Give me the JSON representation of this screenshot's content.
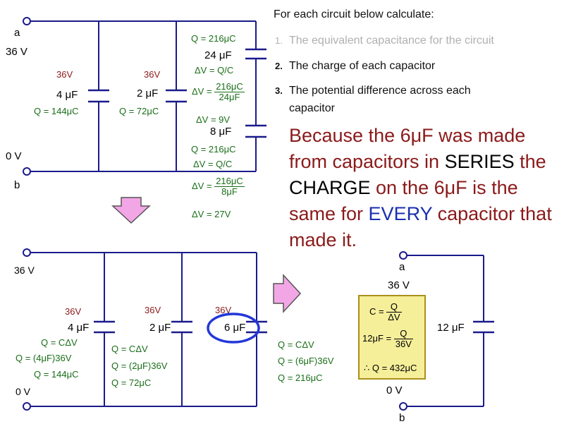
{
  "questions": {
    "intro": "For each circuit below calculate:",
    "items": [
      {
        "num": "1.",
        "text": "The equivalent capacitance for the circuit",
        "dim": true
      },
      {
        "num": "2.",
        "text": "The charge of each capacitor",
        "dim": false
      },
      {
        "num": "3.",
        "text": "The potential difference across each",
        "text2": "capacitor",
        "dim": false
      }
    ]
  },
  "explanation": {
    "part1": "Because the 6μF was made from capacitors in ",
    "series": "SERIES",
    "part2": " the ",
    "charge": "CHARGE",
    "part3": " on the 6μF is the same for ",
    "every": "EVERY",
    "part4": " capacitor that made it."
  },
  "top_circuit": {
    "node_a": "a",
    "voltage_a": "36 V",
    "node_b": "b",
    "voltage_b": "0 V",
    "c4": {
      "volts": "36V",
      "value": "4 μF",
      "charge": "Q = 144μC"
    },
    "c2": {
      "volts": "36V",
      "value": "2 μF",
      "charge": "Q = 72μC"
    },
    "c24": {
      "q": "Q = 216μC",
      "value": "24 μF",
      "dv": "ΔV = Q/C",
      "dv_label": "ΔV =",
      "num": "216μC",
      "den": "24μF",
      "result": "ΔV = 9V"
    },
    "c8": {
      "value": "8 μF",
      "q": "Q = 216μC",
      "dv": "ΔV = Q/C",
      "dv_label": "ΔV =",
      "num": "216μC",
      "den": "8μF",
      "result": "ΔV = 27V"
    }
  },
  "mid_circuit": {
    "voltage_top": "36 V",
    "voltage_bottom": "0 V",
    "c4": {
      "volts": "36V",
      "value": "4 μF",
      "f1": "Q = CΔV",
      "f2": "Q = (4μF)36V",
      "f3": "Q = 144μC"
    },
    "c2": {
      "volts": "36V",
      "value": "2 μF",
      "f1": "Q = CΔV",
      "f2": "Q = (2μF)36V",
      "f3": "Q = 72μC"
    },
    "c6": {
      "volts": "36V",
      "value": "6 μF",
      "f1": "Q = CΔV",
      "f2": "Q = (6μF)36V",
      "f3": "Q = 216μC"
    }
  },
  "right_circuit": {
    "node_a": "a",
    "voltage_a": "36 V",
    "node_b": "b",
    "voltage_b": "0 V",
    "cap": "12 μF",
    "eq1_label": "C =",
    "eq1_num": "Q",
    "eq1_den": "ΔV",
    "eq2_label": "12μF =",
    "eq2_num": "Q",
    "eq2_den": "36V",
    "eq3": "∴ Q = 432μC"
  },
  "colors": {
    "wire": "#1a1a8c",
    "red_text": "#8b1a1a",
    "green_text": "#1a6e1a",
    "arrow_fill": "#f3a6e6",
    "highlight": "#2438d8",
    "box_fill": "#f6ef9a"
  }
}
